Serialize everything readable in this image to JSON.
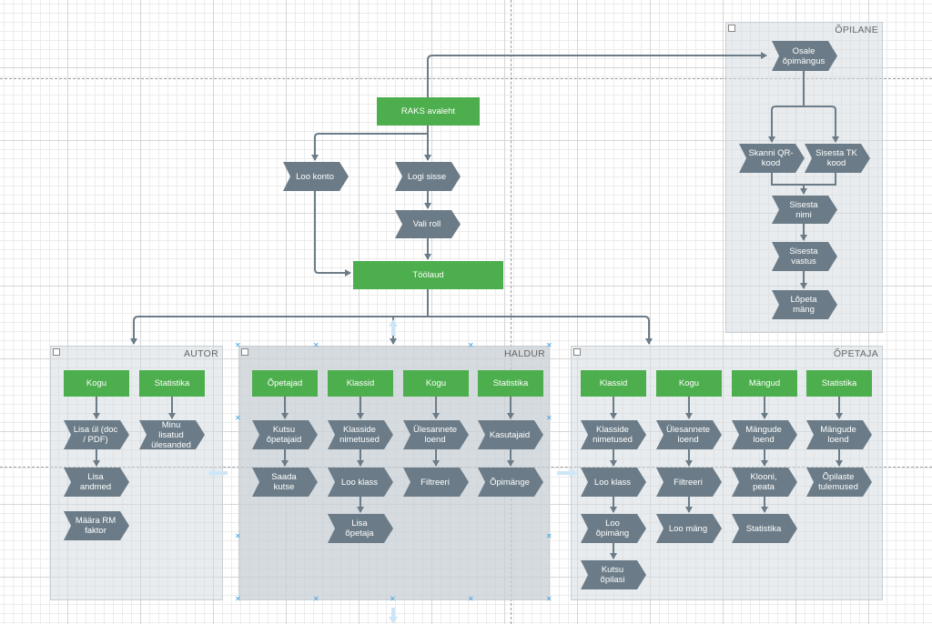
{
  "lanes": {
    "opilane": "ÕPILANE",
    "autor": "AUTOR",
    "haldur": "HALDUR",
    "opetaja": "ÕPETAJA"
  },
  "main": {
    "raks": "RAKS avaleht",
    "loo_konto": "Loo konto",
    "logi_sisse": "Logi sisse",
    "vali_roll": "Vali roll",
    "toolaud": "Töölaud"
  },
  "opilane": {
    "osale": "Osale õpimängus",
    "skanni": "Skanni QR-kood",
    "sisesta_tk": "Sisesta TK kood",
    "sisesta_nimi": "Sisesta nimi",
    "sisesta_vastus": "Sisesta vastus",
    "lopeta": "Lõpeta mäng"
  },
  "autor": {
    "kogu": "Kogu",
    "statistika": "Statistika",
    "lisa_ul": "Lisa ül (doc / PDF)",
    "lisa_andmed": "Lisa andmed",
    "maara": "Määra RM faktor",
    "minu_lisatud": "Minu lisatud ülesanded"
  },
  "haldur": {
    "opetajad": "Õpetajad",
    "klassid": "Klassid",
    "kogu": "Kogu",
    "statistika": "Statistika",
    "kutsu_opetajaid": "Kutsu õpetajaid",
    "saada_kutse": "Saada kutse",
    "klasside_nimetused": "Klasside nimetused",
    "loo_klass": "Loo klass",
    "lisa_opetaja": "Lisa õpetaja",
    "ulesannete_loend": "Ülesannete loend",
    "filtreeri": "Filtreeri",
    "kasutajaid": "Kasutajaid",
    "opimange": "Õpimänge"
  },
  "opetaja": {
    "klassid": "Klassid",
    "kogu": "Kogu",
    "mangud": "Mängud",
    "statistika": "Statistika",
    "klasside_nimetused": "Klasside nimetused",
    "loo_klass": "Loo klass",
    "loo_opimang": "Loo õpimäng",
    "kutsu_opilasi": "Kutsu õpilasi",
    "ulesannete_loend": "Ülesannete loend",
    "filtreeri": "Filtreeri",
    "loo_mang": "Loo mäng",
    "mangude_loend": "Mängude loend",
    "klooni_peata": "Klooni, peata",
    "statistika2": "Statistika",
    "mangude_loend2": "Mängude loend",
    "opilaste_tulemused": "Õpilaste tulemused"
  },
  "colors": {
    "green": "#4cae4c",
    "chevron": "#6b7c88",
    "connector": "#6b7c88",
    "lane": "#d6dce1"
  }
}
